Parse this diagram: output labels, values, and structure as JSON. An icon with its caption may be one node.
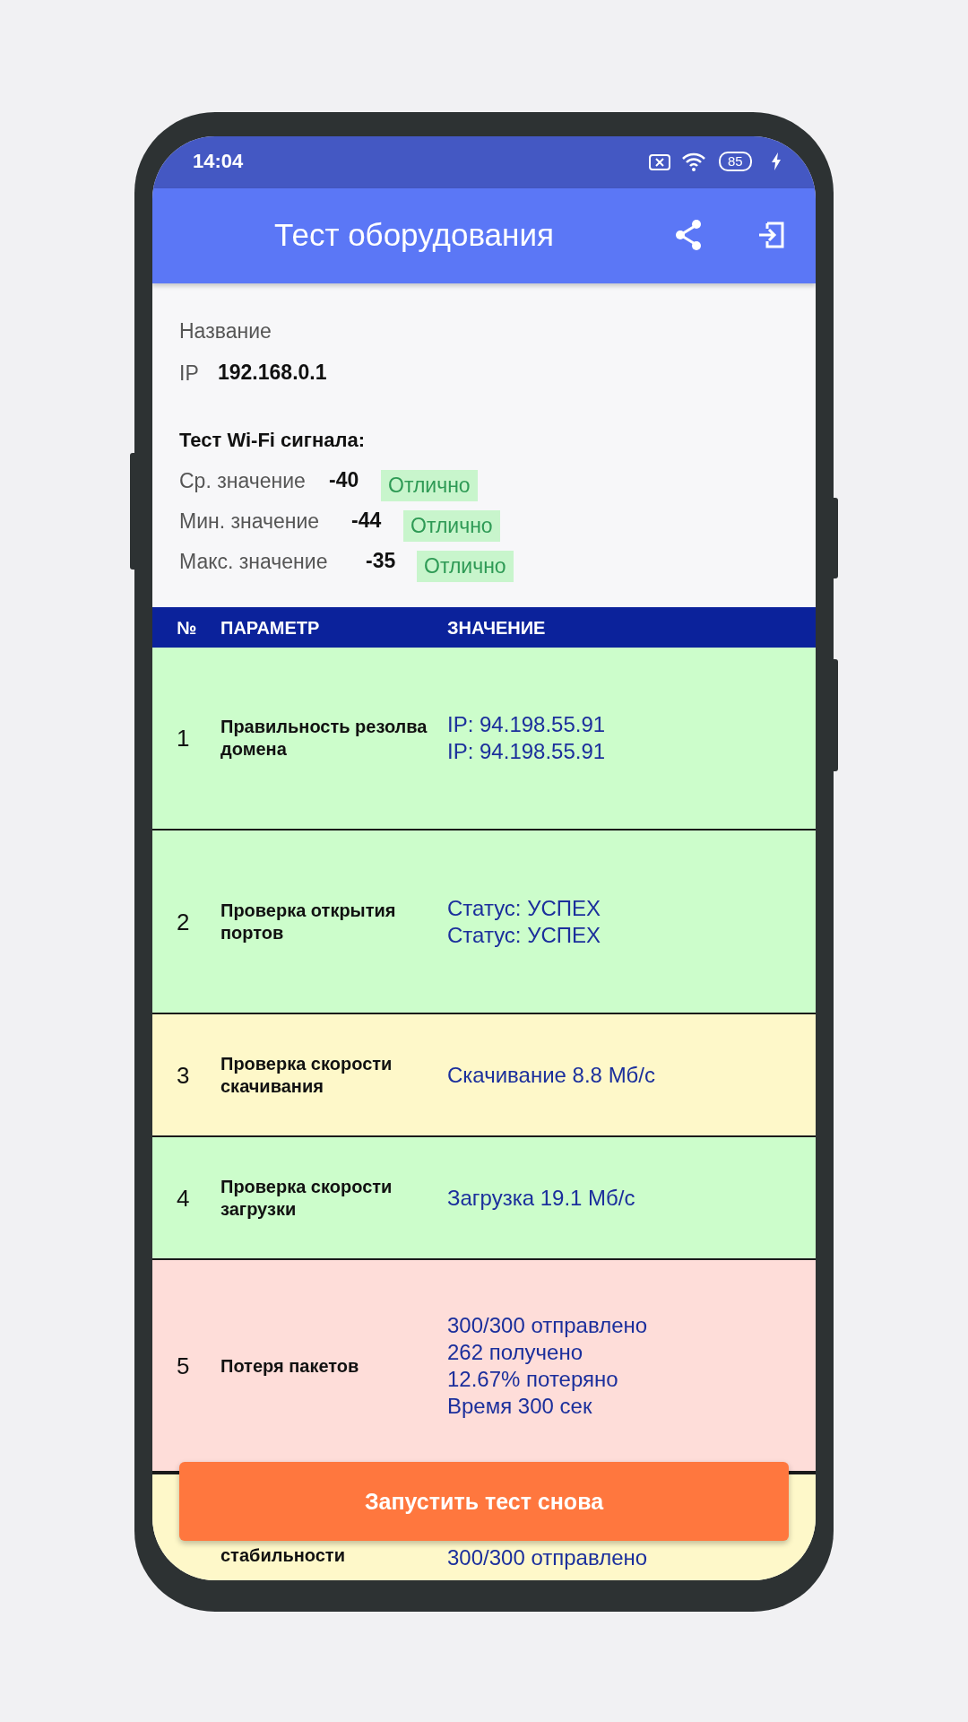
{
  "diagram": {
    "title": "Тест оборудования",
    "nodes": [
      {
        "text": [
          "Отлично"
        ]
      },
      {
        "text": [
          "Отлично"
        ]
      },
      {
        "text": [
          "Отлично"
        ]
      },
      {
        "text": [
          "1",
          "Правильность резолва домена",
          "IP: 94.198.55.91",
          "IP: 94.198.55.91"
        ]
      },
      {
        "text": [
          "2",
          "Проверка открытия портов",
          "Статус: УСПЕХ",
          "Статус: УСПЕХ"
        ]
      },
      {
        "text": [
          "3",
          "Проверка скорости скачивания",
          "Скачивание 8.8 Мб/с"
        ]
      },
      {
        "text": [
          "4",
          "Проверка скорости загрузки",
          "Загрузка 19.1 Мб/с"
        ]
      },
      {
        "text": [
          "5",
          "Потеря пакетов",
          "300/300 отправлено",
          "262 получено",
          "12.67% потеряно",
          "Время 300 сек"
        ]
      },
      {
        "text": [
          "стабильности",
          "300/300 отправлено"
        ]
      },
      {
        "text": [
          "Запустить тест снова"
        ]
      }
    ],
    "labels": [
      "14:04",
      "85",
      "Название",
      "IP",
      "192.168.0.1",
      "Тест Wi-Fi сигнала:",
      "Ср. значение",
      "-40",
      "Мин. значение",
      "-44",
      "Макс. значение",
      "-35",
      "№",
      "ПАРАМЕТР",
      "ЗНАЧЕНИЕ"
    ]
  }
}
